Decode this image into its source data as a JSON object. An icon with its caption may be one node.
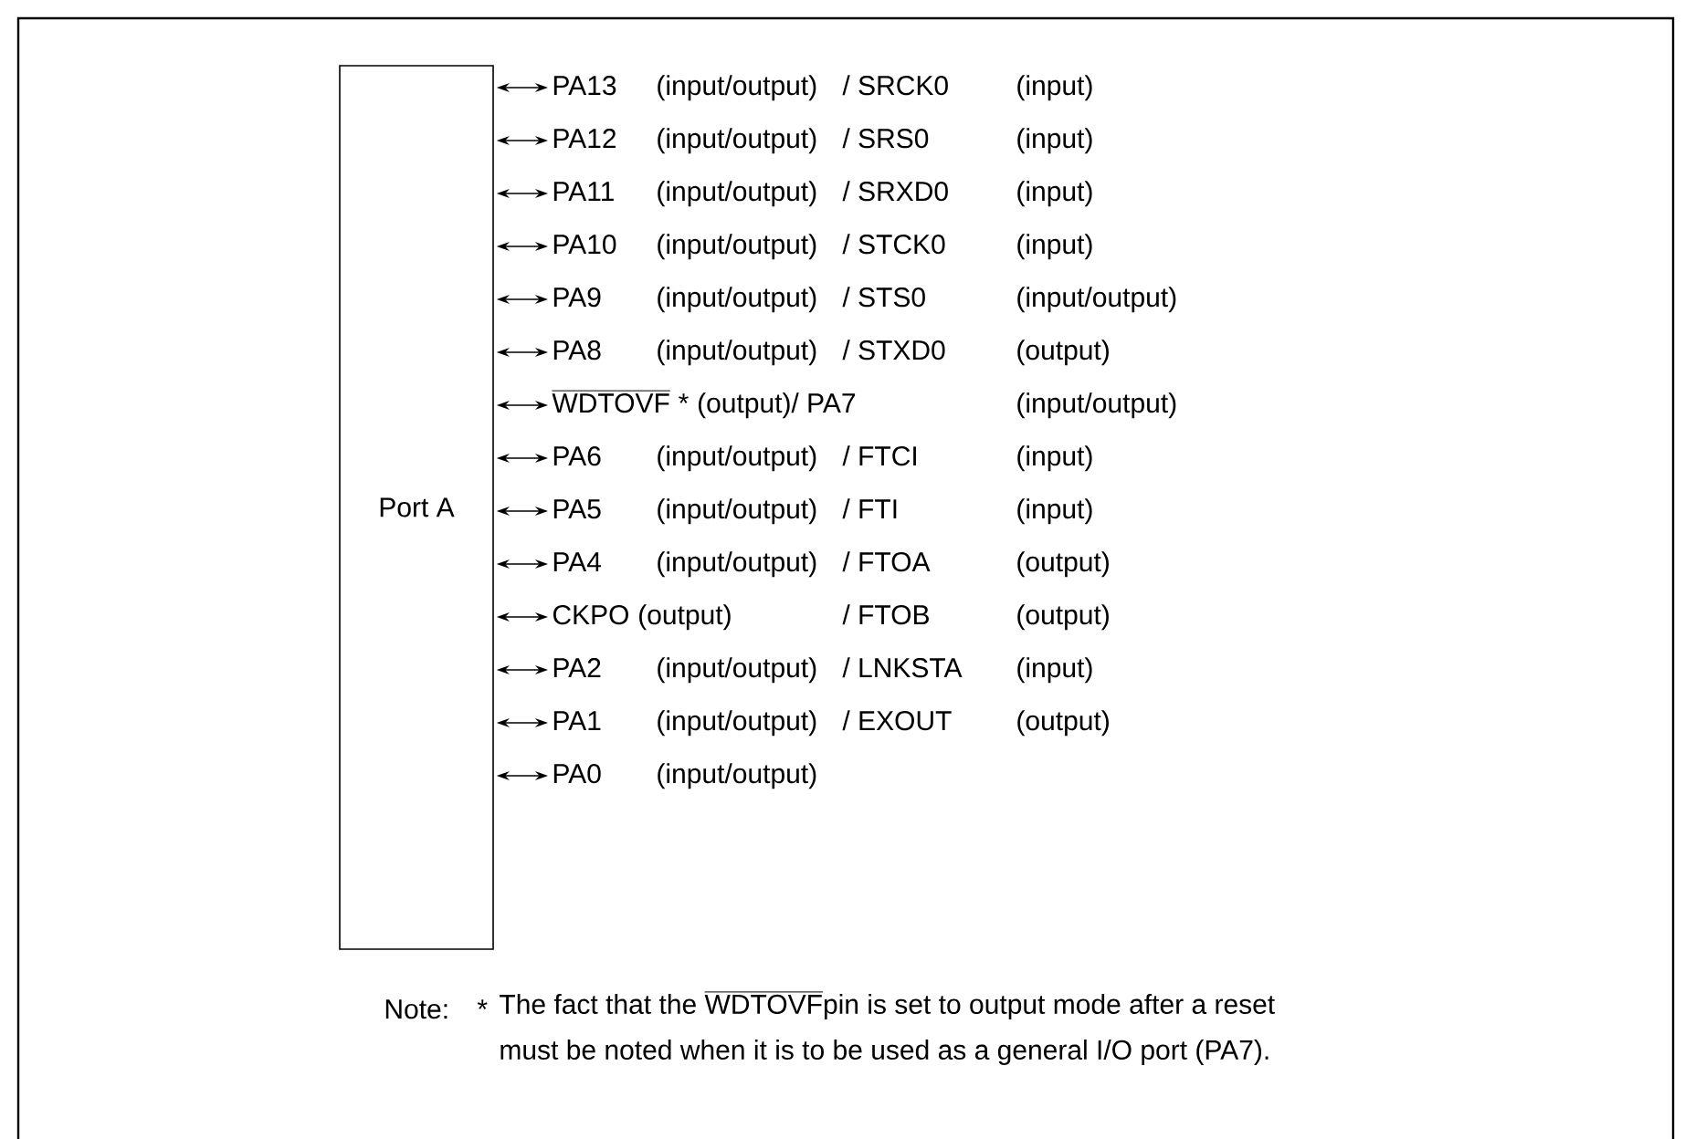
{
  "diagram": {
    "nodes": [
      {
        "text": [
          "Port A"
        ]
      },
      {
        "text": [
          "PA13",
          "(input/output)",
          "/ SRCK0",
          "(input)"
        ]
      },
      {
        "text": [
          "PA12",
          "(input/output)",
          "/ SRS0",
          "(input)"
        ]
      },
      {
        "text": [
          "PA11",
          "(input/output)",
          "/ SRXD0",
          "(input)"
        ]
      },
      {
        "text": [
          "PA10",
          "(input/output)",
          "/ STCK0",
          "(input)"
        ]
      },
      {
        "text": [
          "PA9",
          "(input/output)",
          "/ STS0",
          "(input/output)"
        ]
      },
      {
        "text": [
          "PA8",
          "(input/output)",
          "/ STXD0",
          "(output)"
        ]
      },
      {
        "text": [
          "WDTOVF",
          "*",
          "(output)",
          "/ PA7",
          "(input/output)"
        ]
      },
      {
        "text": [
          "PA6",
          "(input/output)",
          "/ FTCI",
          "(input)"
        ]
      },
      {
        "text": [
          "PA5",
          "(input/output)",
          "/ FTI",
          "(input)"
        ]
      },
      {
        "text": [
          "PA4",
          "(input/output)",
          "/ FTOA",
          "(output)"
        ]
      },
      {
        "text": [
          "CKPO",
          "(output)",
          "/ FTOB",
          "(output)"
        ]
      },
      {
        "text": [
          "PA2",
          "(input/output)",
          "/ LNKSTA",
          "(input)"
        ]
      },
      {
        "text": [
          "PA1",
          "(input/output)",
          "/ EXOUT",
          "(output)"
        ]
      },
      {
        "text": [
          "PA0",
          "(input/output)"
        ]
      }
    ],
    "edges": [
      {
        "from": 0,
        "to": 1,
        "arrow": "both"
      },
      {
        "from": 0,
        "to": 2,
        "arrow": "both"
      },
      {
        "from": 0,
        "to": 3,
        "arrow": "both"
      },
      {
        "from": 0,
        "to": 4,
        "arrow": "both"
      },
      {
        "from": 0,
        "to": 5,
        "arrow": "both"
      },
      {
        "from": 0,
        "to": 6,
        "arrow": "both"
      },
      {
        "from": 0,
        "to": 7,
        "arrow": "both"
      },
      {
        "from": 0,
        "to": 8,
        "arrow": "both"
      },
      {
        "from": 0,
        "to": 9,
        "arrow": "both"
      },
      {
        "from": 0,
        "to": 10,
        "arrow": "both"
      },
      {
        "from": 0,
        "to": 11,
        "arrow": "both"
      },
      {
        "from": 0,
        "to": 12,
        "arrow": "both"
      },
      {
        "from": 0,
        "to": 13,
        "arrow": "both"
      },
      {
        "from": 0,
        "to": 14,
        "arrow": "both"
      }
    ],
    "labels": [
      "Note:",
      "*",
      "The fact that the",
      "WDTOVF",
      "pin is set to output mode after a reset",
      "must be noted when it is to be used as a general I/O port (PA7)."
    ]
  }
}
